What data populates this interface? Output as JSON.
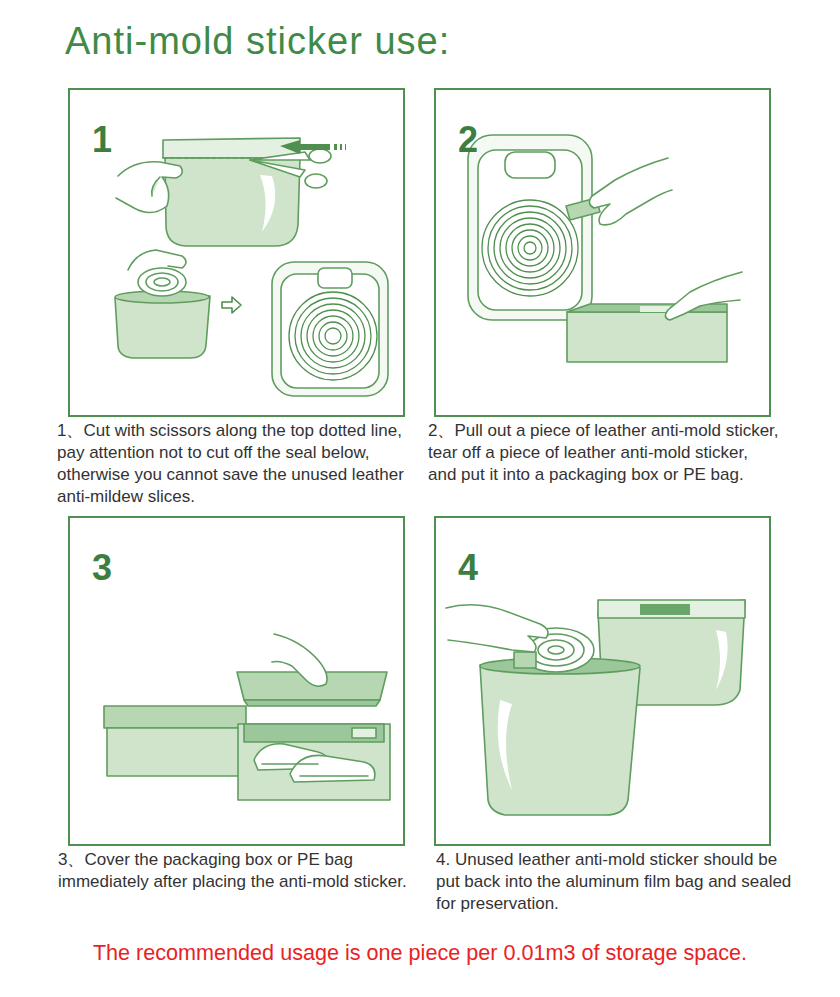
{
  "diagram": {
    "title": "Anti-mold sticker use:",
    "caption": "The recommended usage is one piece per 0.01m3 of storage space.",
    "nodes": [
      {
        "text": [
          "1",
          "1、Cut with scissors along the top dotted line, pay attention not to cut off the seal below, otherwise you cannot save the unused leather anti-mildew slices."
        ]
      },
      {
        "text": [
          "2",
          "2、Pull out a piece of leather anti-mold sticker, tear off a piece of leather anti-mold sticker, and put it into a packaging box or PE bag."
        ]
      },
      {
        "text": [
          "3",
          "3、Cover the packaging box or PE bag immediately after placing the anti-mold sticker."
        ]
      },
      {
        "text": [
          "4",
          "4. Unused leather anti-mold sticker should be put back into the aluminum film bag and sealed for preservation."
        ]
      }
    ]
  }
}
